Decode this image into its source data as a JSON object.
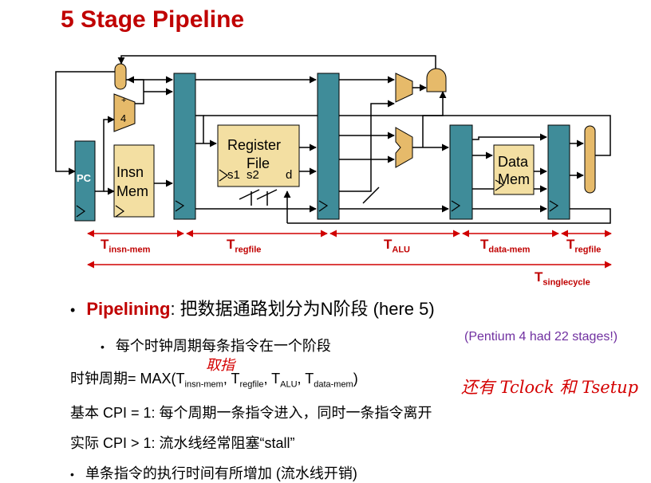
{
  "title": "5 Stage Pipeline",
  "diagram": {
    "pc": "PC",
    "plus": "+",
    "four": "4",
    "insn_mem": [
      "Insn",
      "Mem"
    ],
    "regfile": [
      "Register",
      "File"
    ],
    "regfile_ports": [
      "s1",
      "s2",
      "d"
    ],
    "data_mem": [
      "Data",
      "Mem"
    ],
    "timing": [
      {
        "prefix": "T",
        "sub": "insn-mem"
      },
      {
        "prefix": "T",
        "sub": "regfile"
      },
      {
        "prefix": "T",
        "sub": "ALU"
      },
      {
        "prefix": "T",
        "sub": "data-mem"
      },
      {
        "prefix": "T",
        "sub": "regfile"
      }
    ],
    "singlecycle": {
      "prefix": "T",
      "sub": "singlecycle"
    }
  },
  "bullets": {
    "pipelining_word": "Pipelining",
    "pipelining_rest": ": 把数据通路划分为N阶段 (here 5)",
    "sub_bullet": "每个时钟周期每条指令在一个阶段",
    "pentium_note": "(Pentium 4 had 22 stages!)",
    "clock_prefix": "时钟周期= MAX(T",
    "clock_terms": [
      {
        "sub": "insn-mem",
        "sep": ", T"
      },
      {
        "sub": "regfile",
        "sep": ", T"
      },
      {
        "sub": "ALU",
        "sep": ", T"
      },
      {
        "sub": "data-mem",
        "sep": ")"
      }
    ],
    "base_cpi": "基本 CPI = 1: 每个周期一条指令进入，同时一条指令离开",
    "actual_cpi": "实际 CPI > 1: 流水线经常阻塞“stall”",
    "last_bullet": "单条指令的执行时间有所增加 (流水线开销)"
  },
  "handwriting": {
    "above_insn": "取指",
    "side_note": "还有 Tclock 和 Tsetup"
  },
  "colors": {
    "title": "#c00000",
    "latch": "#3f8c99",
    "memory": "#f3dfa2",
    "mux": "#e6ba6a",
    "timing": "#d00000",
    "note": "#7030a0",
    "handwriting": "#d40000"
  }
}
